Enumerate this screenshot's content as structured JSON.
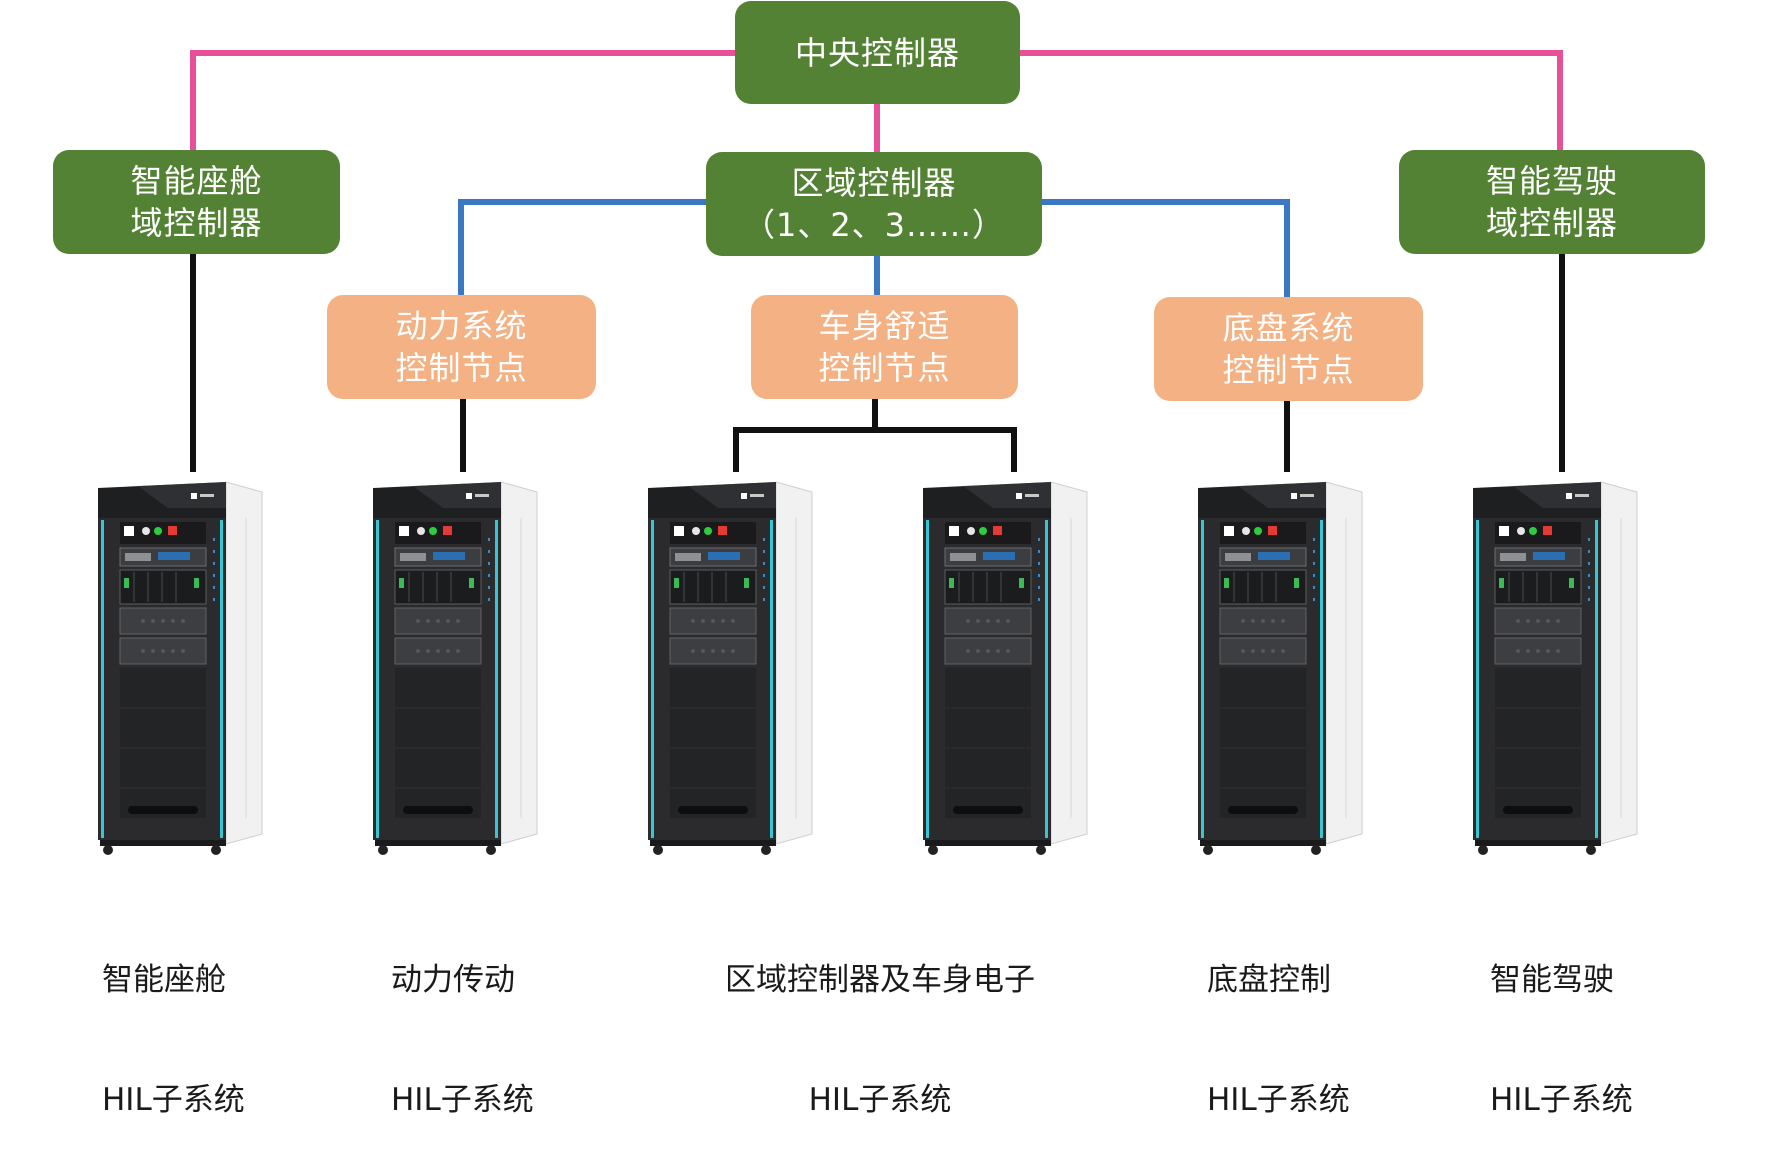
{
  "colors": {
    "green_box": "#548235",
    "orange_box": "#f4b183",
    "pink_line": "#e8509a",
    "blue_line": "#3a78c3",
    "black_line": "#111111",
    "cabinet_body": "#2b2b2d",
    "cabinet_side": "#f1f1f1",
    "cabinet_accent": "#34c7d4"
  },
  "central": {
    "line1": "中央控制器"
  },
  "cockpit_domain": {
    "line1": "智能座舱",
    "line2": "域控制器"
  },
  "zonal": {
    "line1": "区域控制器",
    "line2": "（1、2、3……）"
  },
  "adas_domain": {
    "line1": "智能驾驶",
    "line2": "域控制器"
  },
  "nodes": {
    "powertrain": {
      "line1": "动力系统",
      "line2": "控制节点"
    },
    "body": {
      "line1": "车身舒适",
      "line2": "控制节点"
    },
    "chassis": {
      "line1": "底盘系统",
      "line2": "控制节点"
    }
  },
  "cabinets": [
    {
      "name": "hil-cabinet"
    },
    {
      "name": "hil-cabinet"
    },
    {
      "name": "hil-cabinet"
    },
    {
      "name": "hil-cabinet"
    },
    {
      "name": "hil-cabinet"
    },
    {
      "name": "hil-cabinet"
    }
  ],
  "captions": {
    "cockpit": {
      "line1": "智能座舱",
      "line2": "HIL子系统"
    },
    "powertrain": {
      "line1": "动力传动",
      "line2": "HIL子系统"
    },
    "zonal_body": {
      "line1": "区域控制器及车身电子",
      "line2": "HIL子系统"
    },
    "chassis": {
      "line1": "底盘控制",
      "line2": "HIL子系统"
    },
    "adas": {
      "line1": "智能驾驶",
      "line2": "HIL子系统"
    }
  }
}
